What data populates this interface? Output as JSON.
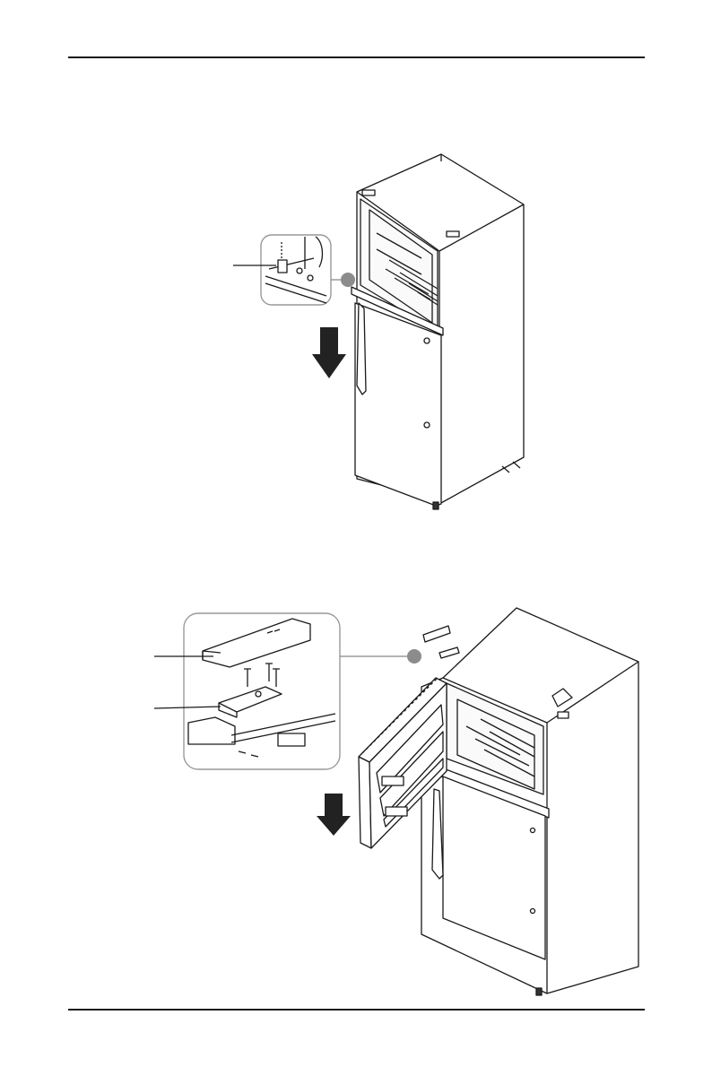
{
  "page": {
    "figures": [
      {
        "id": "fig-1",
        "icon": "arrow-down-icon",
        "step": "remove-upper-hinge-cover"
      },
      {
        "id": "fig-2",
        "icon": "arrow-down-icon",
        "step": "remove-hinge-and-door"
      }
    ]
  },
  "colors": {
    "line": "#1a1a1a",
    "callout_circle": "#888888",
    "arrow": "#222222",
    "detail_border": "#999999"
  }
}
